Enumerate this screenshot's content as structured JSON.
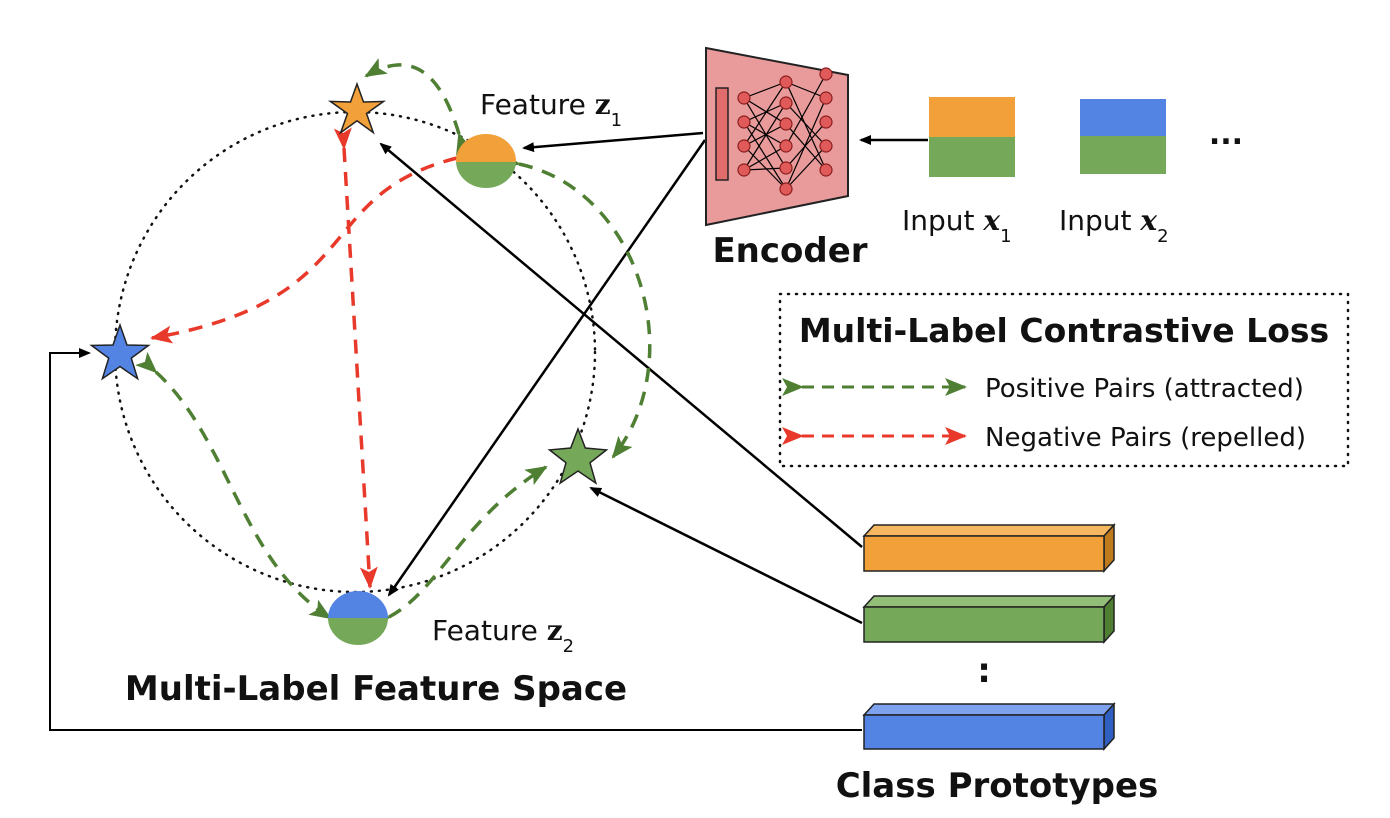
{
  "feature_z1": {
    "text": "Feature ",
    "var": "z",
    "sub": "1"
  },
  "feature_z2": {
    "text": "Feature ",
    "var": "z",
    "sub": "2"
  },
  "encoder_label": "Encoder",
  "input_x1": {
    "text": "Input ",
    "var": "x",
    "sub": "1"
  },
  "input_x2": {
    "text": "Input ",
    "var": "x",
    "sub": "2"
  },
  "inputs_more": "...",
  "legend": {
    "title": "Multi-Label Contrastive Loss",
    "positive": "Positive Pairs (attracted)",
    "negative": "Negative Pairs (repelled)"
  },
  "feature_space_label": "Multi-Label Feature Space",
  "prototypes_label": "Class Prototypes",
  "prototypes_more": ":",
  "colors": {
    "orange": "#f2a03a",
    "green": "#76a85a",
    "blue": "#5383e3",
    "attract": "#4e7f32",
    "repel": "#e8392a",
    "encoder_fill": "#e99a9a",
    "encoder_stroke": "#b02a2a"
  }
}
